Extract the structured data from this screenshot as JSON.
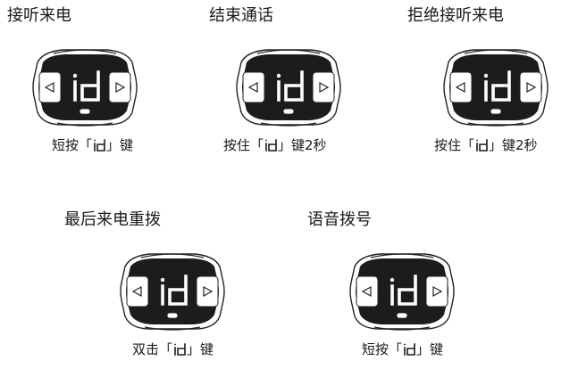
{
  "panels": [
    {
      "title": "接听来电",
      "caption_pre": "短按「",
      "caption_post": "」键"
    },
    {
      "title": "结束通话",
      "caption_pre": "按住「",
      "caption_post": "」键2秒"
    },
    {
      "title": "拒绝接听来电",
      "caption_pre": "按住「",
      "caption_post": "」键2秒"
    },
    {
      "title": "最后来电重拨",
      "caption_pre": "双击「",
      "caption_post": "」键"
    },
    {
      "title": "语音拨号",
      "caption_pre": "短按「",
      "caption_post": "」键"
    }
  ],
  "device": {
    "id_symbol": "id",
    "left_arrow": "◁",
    "right_arrow": "▷"
  },
  "colors": {
    "body": "#1c1c1c",
    "outline": "#222222",
    "button": "#ffffff",
    "text": "#1a1a1a"
  }
}
